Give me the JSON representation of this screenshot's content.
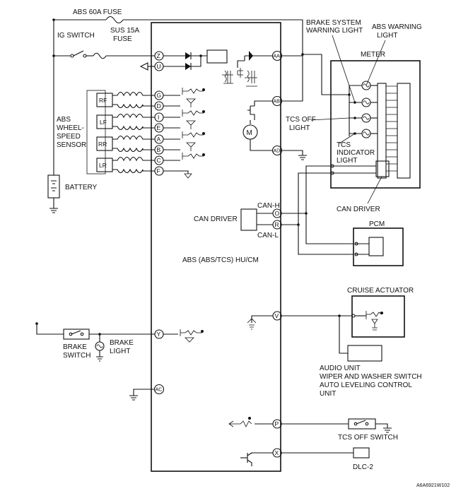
{
  "labels": {
    "abs_fuse": "ABS 60A FUSE",
    "ig_switch": "IG SWITCH",
    "sus_fuse_1": "SUS 15A",
    "sus_fuse_2": "FUSE",
    "brake_warning_1": "BRAKE SYSTEM",
    "brake_warning_2": "WARNING LIGHT",
    "abs_warning_1": "ABS WARNING",
    "abs_warning_2": "LIGHT",
    "meter": "METER",
    "wheel_sensor_1": "ABS",
    "wheel_sensor_2": "WHEEL-",
    "wheel_sensor_3": "SPEED",
    "wheel_sensor_4": "SENSOR",
    "battery": "BATTERY",
    "tcs_off_light_1": "TCS OFF",
    "tcs_off_light_2": "LIGHT",
    "tcs_indicator_1": "TCS",
    "tcs_indicator_2": "INDICATOR",
    "tcs_indicator_3": "LIGHT",
    "can_driver_meter": "CAN DRIVER",
    "can_driver_left": "CAN DRIVER",
    "can_h": "CAN-H",
    "can_l": "CAN-L",
    "pcm": "PCM",
    "module": "ABS (ABS/TCS) HU/CM",
    "cruise_actuator": "CRUISE ACTUATOR",
    "brake_switch_1": "BRAKE",
    "brake_switch_2": "SWITCH",
    "brake_light_1": "BRAKE",
    "brake_light_2": "LIGHT",
    "audio_1": "AUDIO UNIT",
    "audio_2": "WIPER AND WASHER SWITCH",
    "audio_3": "AUTO LEVELING CONTROL",
    "audio_4": "UNIT",
    "tcs_off_switch": "TCS OFF SWITCH",
    "dlc": "DLC-2",
    "figure_code": "A6A6921W102"
  },
  "sensors": [
    "RF",
    "LF",
    "RR",
    "LR"
  ],
  "pins": {
    "Z": "Z",
    "U": "U",
    "G": "G",
    "D": "D",
    "I": "I",
    "E": "E",
    "A": "A",
    "B": "B",
    "C": "C",
    "F": "F",
    "Y": "Y",
    "AC": "AC",
    "AA": "AA",
    "AB": "AB",
    "AD": "AD",
    "O": "O",
    "R": "R",
    "V": "V",
    "P": "P",
    "X": "X"
  }
}
